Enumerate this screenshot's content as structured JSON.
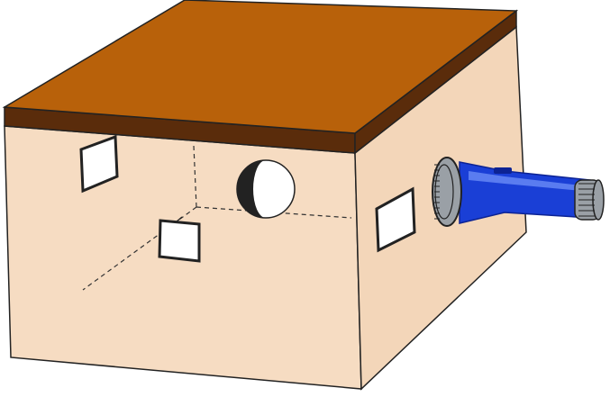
{
  "colors": {
    "box_face": "#f6dcc2",
    "box_face_side": "#f3d6b9",
    "lid_top": "#b8610a",
    "lid_edge": "#5a2c0b",
    "outline": "#222222",
    "hidden_edge": "#333333",
    "window_fill": "#ffffff",
    "torch_body": "#1a3fd6",
    "torch_highlight": "#5a7cf0",
    "torch_shadow": "#0c2394",
    "torch_ring": "#9aa0a6"
  },
  "scene": {
    "objects": [
      {
        "name": "wooden-lid",
        "icon": "lid-icon"
      },
      {
        "name": "cardboard-box",
        "icon": "box-icon"
      },
      {
        "name": "flashlight",
        "icon": "flashlight-icon"
      },
      {
        "name": "round-hole",
        "icon": "circle-hole-icon"
      },
      {
        "name": "square-windows",
        "icon": "window-icon"
      }
    ]
  }
}
